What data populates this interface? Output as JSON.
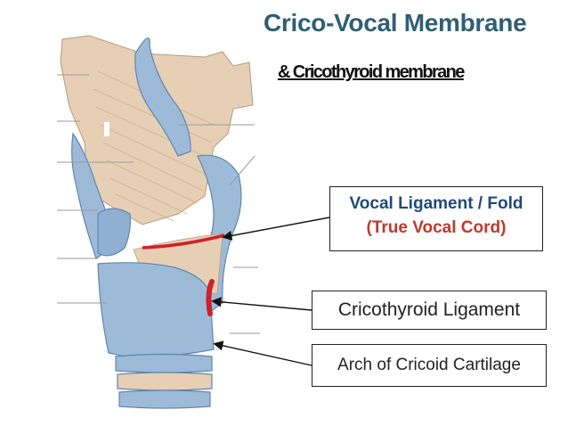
{
  "title": "Crico-Vocal Membrane",
  "subtitle": "& Cricothyroid membrane",
  "labels": {
    "vocal_ligament": "Vocal Ligament  / Fold",
    "true_vocal_cord": "(True Vocal Cord)",
    "cricothyroid_ligament": "Cricothyroid Ligament",
    "arch_cricoid": "Arch of Cricoid Cartilage"
  },
  "colors": {
    "title": "#2f5f73",
    "vocal_ligament_text": "#1e4a7a",
    "true_vocal_cord_text": "#c0392b",
    "cartilage_blue": "#9dbbd9",
    "muscle_tan": "#e6cfb5",
    "ligament_red": "#d0202a"
  }
}
